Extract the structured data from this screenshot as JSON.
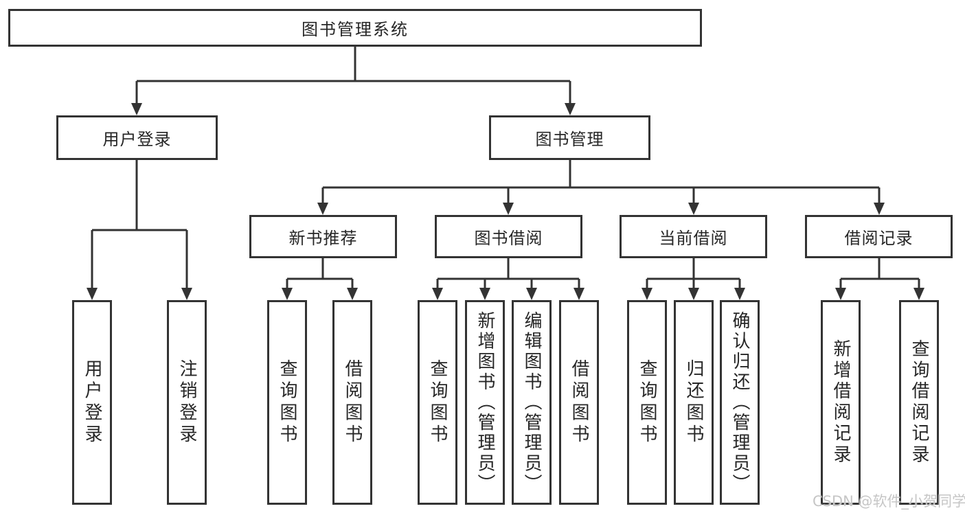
{
  "palette": {
    "line": "#333333",
    "text": "#262626",
    "background": "#ffffff",
    "watermark_color": "#c6c6c6"
  },
  "tree": {
    "root": {
      "label": "图书管理系统"
    },
    "level1": [
      {
        "label": "用户登录",
        "children": [
          {
            "label": "用户登录"
          },
          {
            "label": "注销登录"
          }
        ]
      },
      {
        "label": "图书管理",
        "children": [
          {
            "label": "新书推荐",
            "children": [
              {
                "label": "查询图书"
              },
              {
                "label": "借阅图书"
              }
            ]
          },
          {
            "label": "图书借阅",
            "children": [
              {
                "label": "查询图书"
              },
              {
                "label": "新增图书（管理员）"
              },
              {
                "label": "编辑图书（管理员）"
              },
              {
                "label": "借阅图书"
              }
            ]
          },
          {
            "label": "当前借阅",
            "children": [
              {
                "label": "查询图书"
              },
              {
                "label": "归还图书"
              },
              {
                "label": "确认归还（管理员）"
              }
            ]
          },
          {
            "label": "借阅记录",
            "children": [
              {
                "label": "新增借阅记录"
              },
              {
                "label": "查询借阅记录"
              }
            ]
          }
        ]
      }
    ]
  },
  "watermark": {
    "text": "CSDN @软件_小贺同学"
  }
}
